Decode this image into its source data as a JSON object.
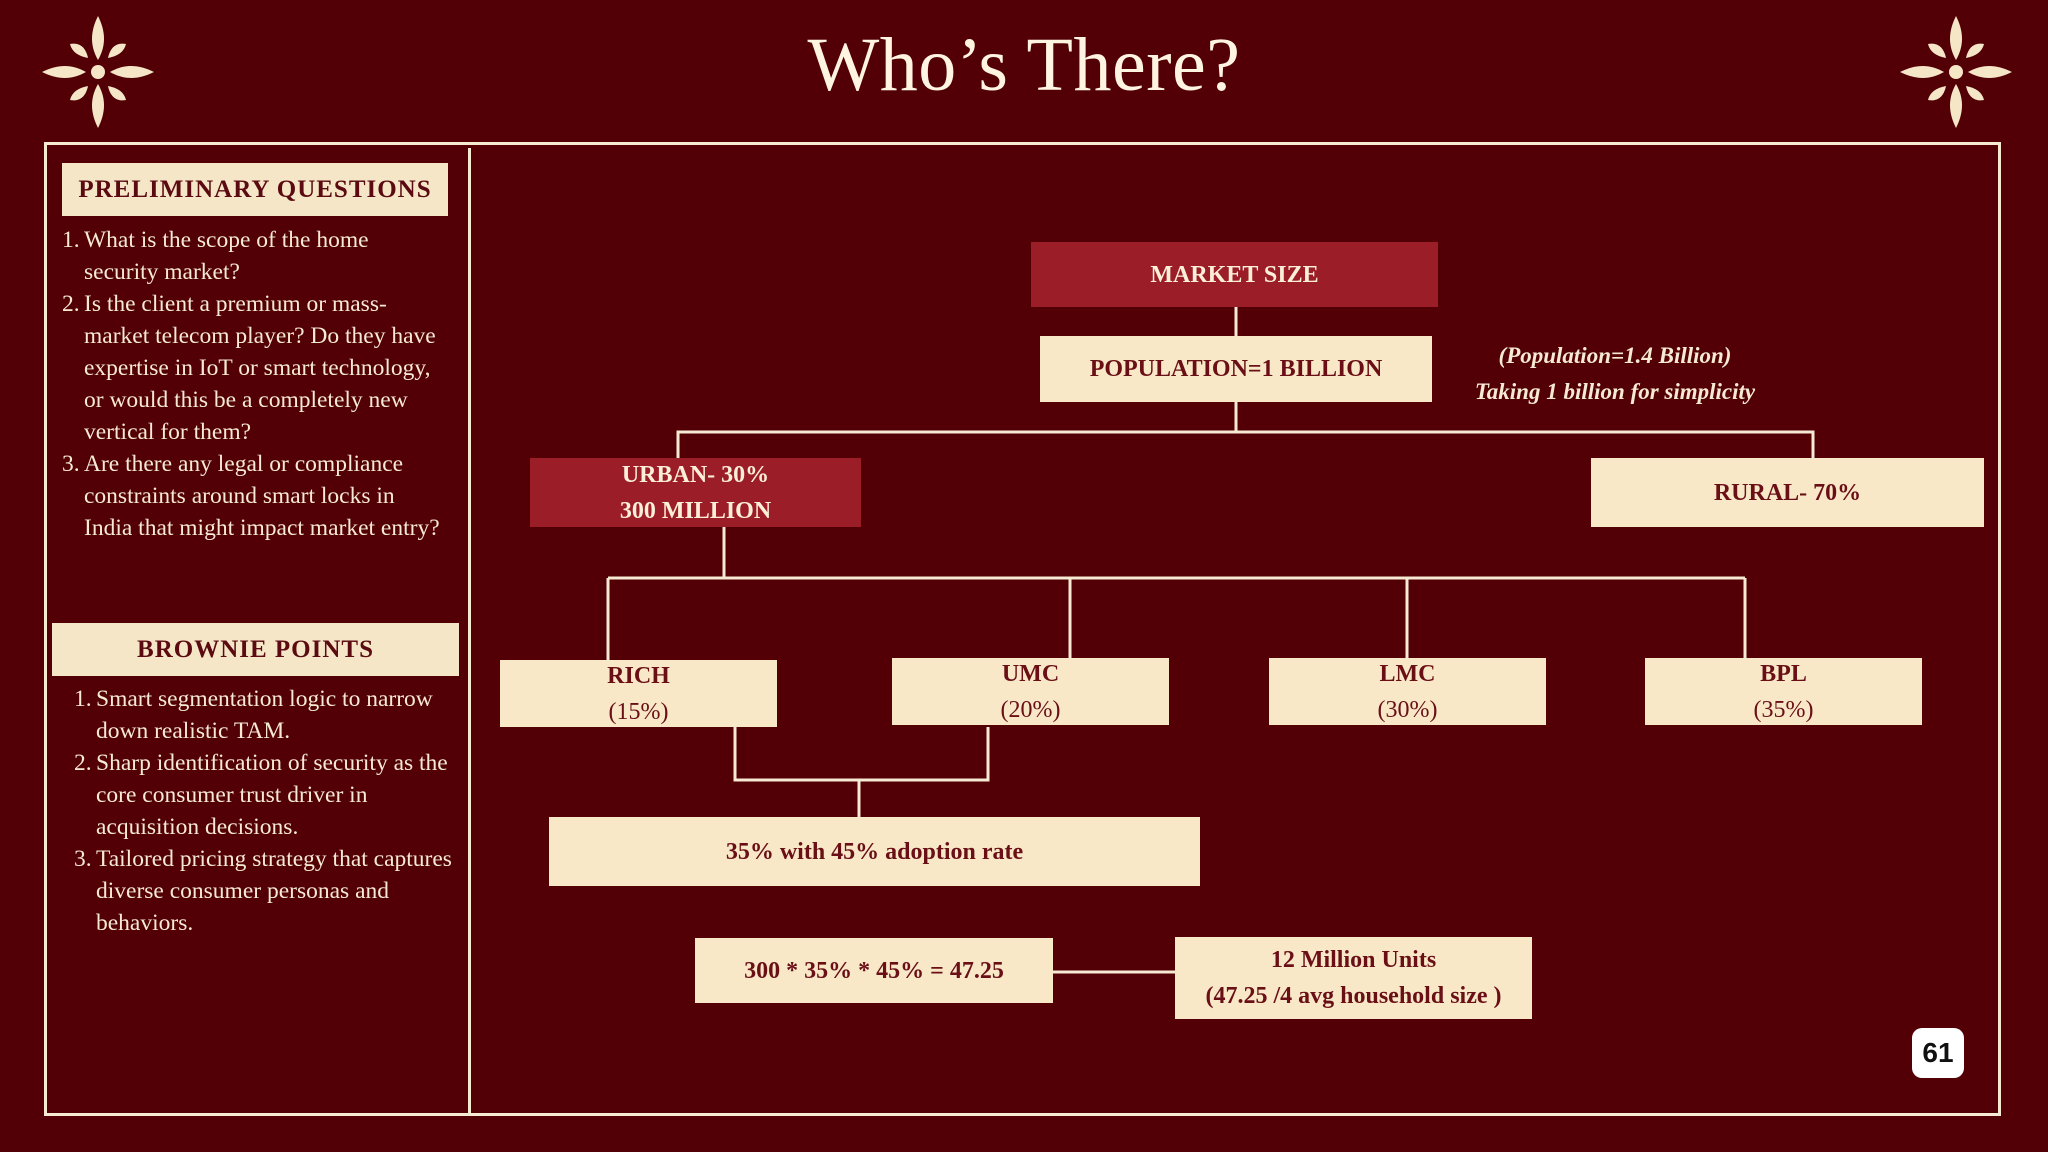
{
  "title": "Who’s There?",
  "page_number": "61",
  "colors": {
    "background": "#520005",
    "cream": "#f8e8c8",
    "accent_red": "#9b1d27"
  },
  "icons": {
    "left": "floral-ornament-icon",
    "right": "floral-ornament-icon"
  },
  "preliminary": {
    "heading": "PRELIMINARY QUESTIONS",
    "items": [
      {
        "num": "1.",
        "lines": [
          "What is the scope of the home",
          "security market?"
        ]
      },
      {
        "num": "2.",
        "lines": [
          "Is the client a premium or mass-",
          "market telecom player? Do they have",
          "expertise in IoT or smart technology,",
          "or would this be a completely new",
          "vertical for them?"
        ]
      },
      {
        "num": "3.",
        "lines": [
          "Are there any legal or compliance",
          "constraints around smart locks in",
          "India that might impact market entry?"
        ]
      }
    ]
  },
  "brownie": {
    "heading": "BROWNIE POINTS",
    "items": [
      {
        "num": "1.",
        "lines": [
          "Smart segmentation logic to narrow",
          "down realistic TAM."
        ]
      },
      {
        "num": "2.",
        "lines": [
          "Sharp identification of security as the",
          "core consumer trust driver in",
          "acquisition decisions."
        ]
      },
      {
        "num": "3.",
        "lines": [
          "Tailored pricing strategy that captures",
          "diverse consumer personas and",
          "behaviors."
        ]
      }
    ]
  },
  "diagram": {
    "market_size": "MARKET SIZE",
    "population": "POPULATION=1 BILLION",
    "population_note": [
      "(Population=1.4  Billion)",
      "Taking 1 billion for simplicity"
    ],
    "urban": [
      "URBAN- 30%",
      "300 MILLION"
    ],
    "rural": "RURAL- 70%",
    "segments": [
      {
        "name": "RICH",
        "share": "(15%)"
      },
      {
        "name": "UMC",
        "share": "(20%)"
      },
      {
        "name": "LMC",
        "share": "(30%)"
      },
      {
        "name": "BPL",
        "share": "(35%)"
      }
    ],
    "adoption": "35% with 45% adoption rate",
    "calculation": "300 * 35% * 45% = 47.25",
    "result": [
      "12 Million Units",
      "(47.25 /4 avg household size )"
    ]
  }
}
